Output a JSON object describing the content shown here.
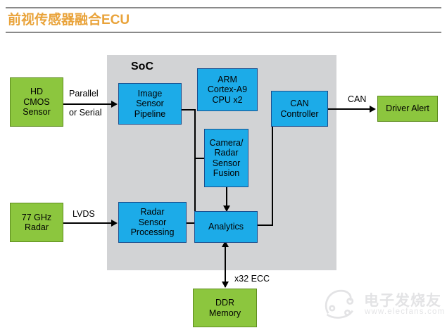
{
  "header": {
    "title": "前视传感器融合ECU"
  },
  "diagram": {
    "soc_label": "SoC",
    "nodes": {
      "hd_cmos_sensor": "HD\nCMOS\nSensor",
      "radar_77ghz": "77 GHz\nRadar",
      "image_sensor_pipeline": "Image\nSensor\nPipeline",
      "radar_sensor_processing": "Radar\nSensor\nProcessing",
      "arm_cpu": "ARM\nCortex-A9\nCPU x2",
      "sensor_fusion": "Camera/\nRadar\nSensor\nFusion",
      "analytics": "Analytics",
      "can_controller": "CAN\nController",
      "driver_alert": "Driver Alert",
      "ddr_memory": "DDR\nMemory"
    },
    "edge_labels": {
      "parallel": "Parallel",
      "or_serial": "or Serial",
      "lvds": "LVDS",
      "can": "CAN",
      "x32_ecc": "x32 ECC"
    },
    "colors": {
      "block_blue": "#1cabe8",
      "block_green": "#8cc63e",
      "soc_background": "#d2d3d5",
      "title_orange": "#e9a33a",
      "rule_gray": "#8a8a8a",
      "connector_black": "#000000"
    }
  },
  "watermark": {
    "site_name_cn": "电子发烧友",
    "site_url": "www.elecfans.com"
  }
}
